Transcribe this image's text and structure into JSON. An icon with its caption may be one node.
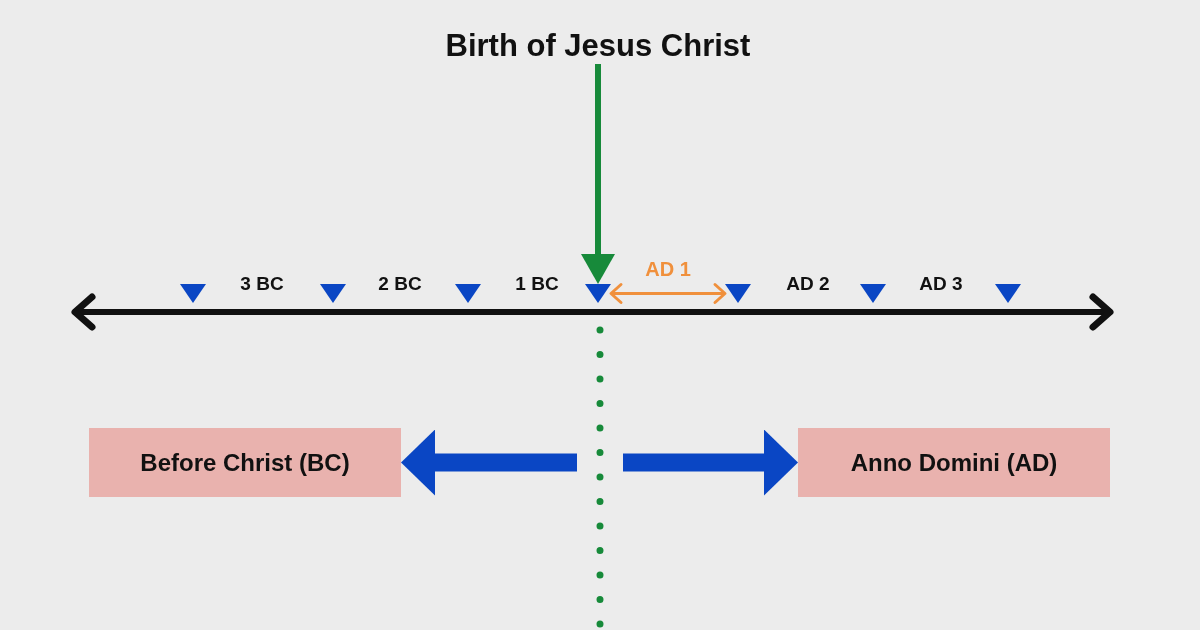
{
  "diagram": {
    "nodes": [
      {
        "text": [
          "Birth of Jesus Christ"
        ]
      },
      {
        "text": [],
        "shape": "triangle"
      },
      {
        "text": [],
        "shape": "triangle"
      },
      {
        "text": [],
        "shape": "triangle"
      },
      {
        "text": [],
        "shape": "triangle"
      },
      {
        "text": [],
        "shape": "triangle"
      },
      {
        "text": [],
        "shape": "triangle"
      },
      {
        "text": [],
        "shape": "triangle"
      },
      {
        "text": [
          "Before Christ (BC)"
        ]
      },
      {
        "text": [
          "Anno Domini (AD)"
        ]
      }
    ],
    "edges": [
      {
        "from": 0,
        "to": 4,
        "arrow": "to",
        "color": "#178a3a"
      },
      {
        "from": 4,
        "to": 5,
        "arrow": "both",
        "label": "AD 1",
        "color": "#f0903c"
      },
      {
        "from": null,
        "to": 8,
        "arrow": "to",
        "style": "thick",
        "color": "#0a46c4"
      },
      {
        "from": null,
        "to": 9,
        "arrow": "to",
        "style": "thick",
        "color": "#0a46c4"
      }
    ],
    "labels": [
      "3 BC",
      "2 BC",
      "1 BC",
      "AD 2",
      "AD 3"
    ]
  }
}
